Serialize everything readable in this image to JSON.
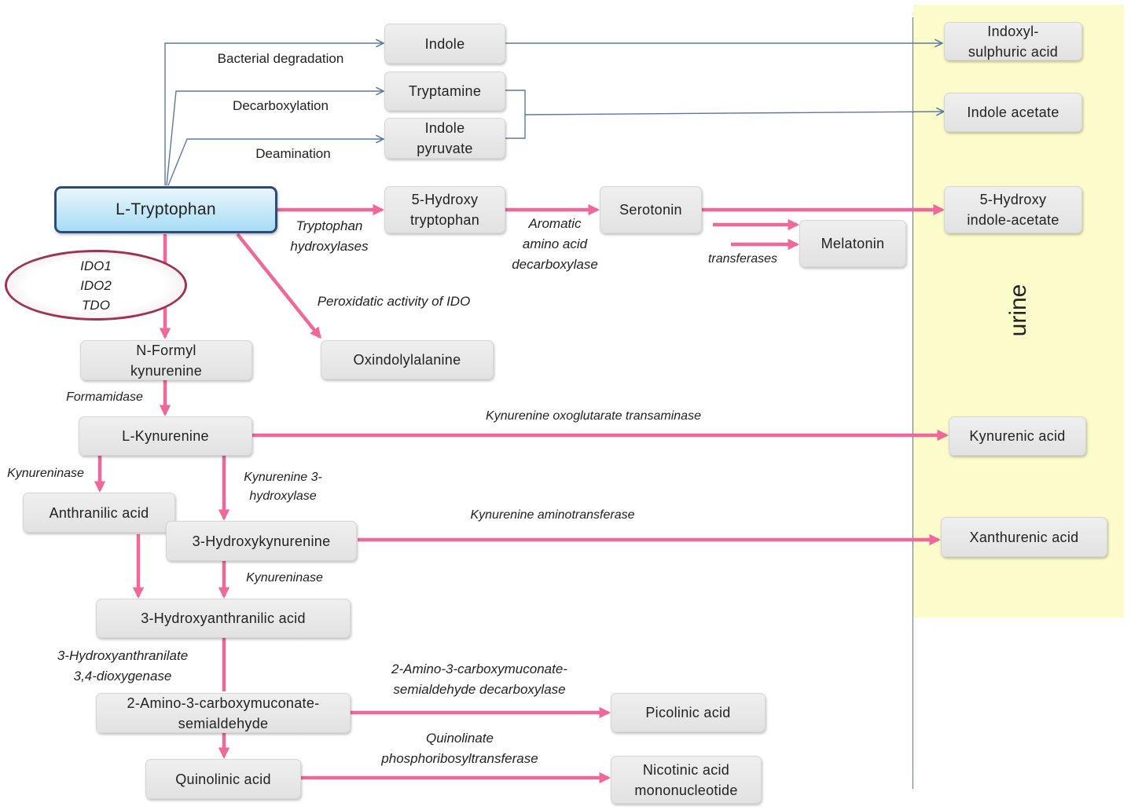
{
  "nodes": {
    "ltryptophan": "L-Tryptophan",
    "indole": "Indole",
    "tryptamine": "Tryptamine",
    "indole_pyruvate": "Indole\npyruvate",
    "hydroxytryptophan": "5-Hydroxy\ntryptophan",
    "serotonin": "Serotonin",
    "melatonin": "Melatonin",
    "indoxyl": "Indoxyl-\nsulphuric acid",
    "indole_acetate": "Indole acetate",
    "hydroxyindole_acetate": "5-Hydroxy\nindole-acetate",
    "nformyl": "N-Formyl\nkynurenine",
    "oxindolylalanine": "Oxindolylalanine",
    "lkynurenine": "L-Kynurenine",
    "kynurenic": "Kynurenic acid",
    "anthranilic": "Anthranilic acid",
    "hydroxykynurenine": "3-Hydroxykynurenine",
    "xanthurenic": "Xanthurenic acid",
    "hydroxyanthranilic": "3-Hydroxyanthranilic acid",
    "acms": "2-Amino-3-carboxymuconate-\nsemialdehyde",
    "picolinic": "Picolinic acid",
    "quinolinic": "Quinolinic acid",
    "nicotinic": "Nicotinic acid\nmononucleotide"
  },
  "labels": {
    "bacterial": "Bacterial degradation",
    "decarboxylation": "Decarboxylation",
    "deamination": "Deamination",
    "trp_hydroxylases": "Tryptophan\nhydroxylases",
    "aromatic": "Aromatic\namino acid\ndecarboxylase",
    "transferases": "transferases",
    "peroxidatic": "Peroxidatic activity of IDO",
    "formamidase": "Formamidase",
    "kot": "Kynurenine oxoglutarate transaminase",
    "kynureninase1": "Kynureninase",
    "k3h": "Kynurenine 3-\nhydroxylase",
    "kat": "Kynurenine aminotransferase",
    "kynureninase2": "Kynureninase",
    "dioxygenase": "3-Hydroxyanthranilate\n3,4-dioxygenase",
    "acmsd": "2-Amino-3-carboxymuconate-\nsemialdehyde decarboxylase",
    "qprt": "Quinolinate\nphosphoribosyltransferase",
    "enzymes": "IDO1\nIDO2\nTDO",
    "urine": "urine"
  },
  "colors": {
    "pink_arrow": "#f0679b",
    "blue_arrow": "#5a7aa3",
    "urine_zone": "#fbfbcb",
    "main_node_border": "#2a4d7c",
    "ellipse_border": "#9c3553"
  }
}
